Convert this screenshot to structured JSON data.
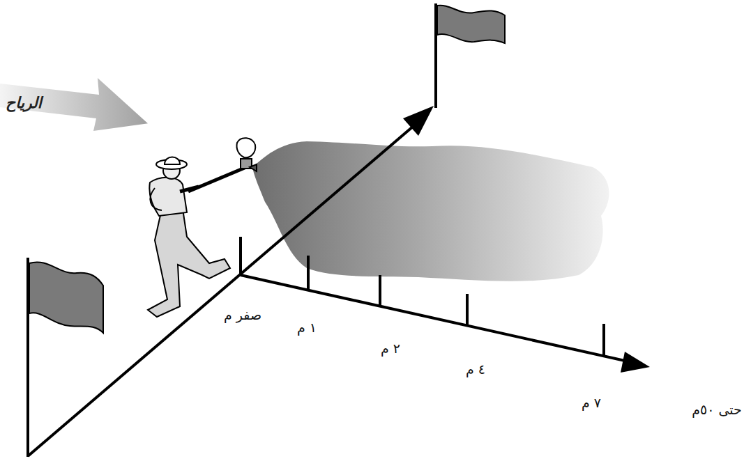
{
  "diagram": {
    "nodes": [
      {
        "text": [
          "الرياح"
        ]
      }
    ],
    "labels": [
      "صفر م",
      "١ م",
      "٢ م",
      "٤ م",
      "٧ م",
      "حتى ٥٠م"
    ]
  }
}
